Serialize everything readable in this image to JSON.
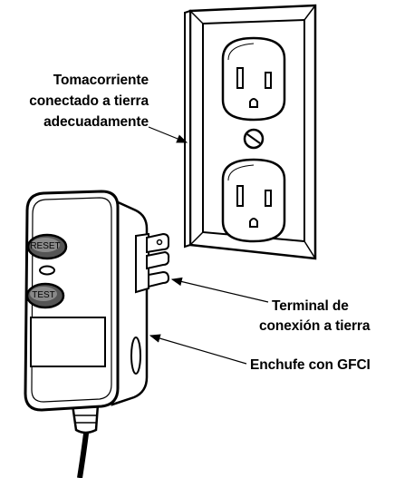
{
  "labels": {
    "outlet": [
      "Tomacorriente",
      "conectado a tierra",
      "adecuadamente"
    ],
    "ground_terminal": [
      "Terminal de",
      "conexión a tierra"
    ],
    "gfci_plug": "Enchufe con GFCI"
  },
  "buttons": {
    "reset": "RESET",
    "test": "TEST"
  }
}
